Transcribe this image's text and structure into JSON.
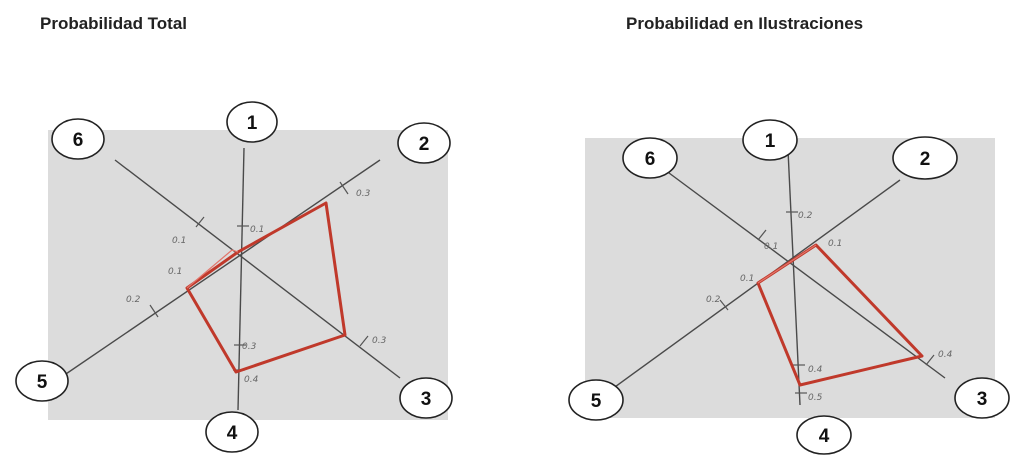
{
  "titles": {
    "left": "Probabilidad Total",
    "right": "Probabilidad en Ilustraciones"
  },
  "diagrams": [
    {
      "id": "total",
      "axis_labels": [
        "1",
        "2",
        "3",
        "4",
        "5",
        "6"
      ],
      "annotations": [
        "0.1",
        "0.3",
        "0.3",
        "0.3",
        "0.4",
        "0.1",
        "0.1",
        "0.2"
      ],
      "profile_values": {
        "1": 0.1,
        "2": 0.3,
        "3": 0.3,
        "4": 0.4,
        "5": 0.1,
        "6": 0.1
      }
    },
    {
      "id": "ilustraciones",
      "axis_labels": [
        "1",
        "2",
        "3",
        "4",
        "5",
        "6"
      ],
      "annotations": [
        "0.2",
        "0.1",
        "0.4",
        "0.4",
        "0.5",
        "0.1",
        "0.1",
        "0.2"
      ],
      "profile_values": {
        "1": 0.2,
        "2": 0.1,
        "3": 0.4,
        "4": 0.5,
        "5": 0.1,
        "6": 0.1
      }
    }
  ],
  "colors": {
    "profile": "#c0392b",
    "photo_background": "#dcdcdc"
  }
}
